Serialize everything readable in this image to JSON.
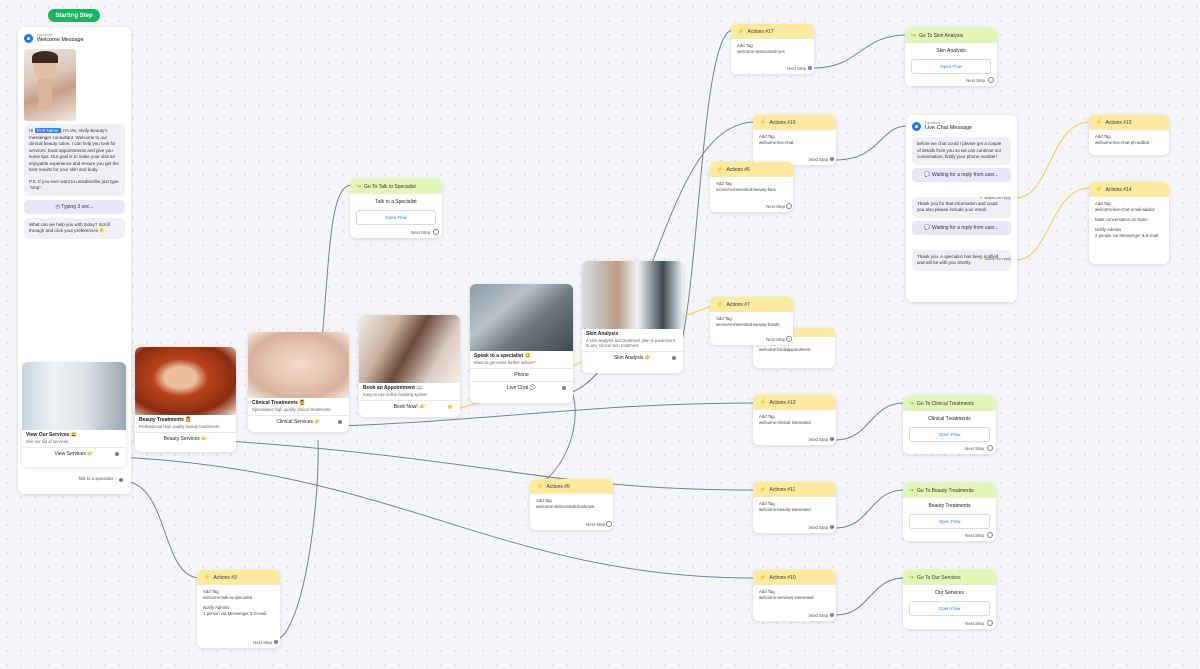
{
  "start_badge": "Starting Step",
  "welcome": {
    "platform": "Facebook",
    "title": "Welcome Message",
    "greeting_hi": "Hi",
    "first_name_tag": "First Name",
    "intro_text": ", I'm Viv, Vivify Beauty's messenger consultant. Welcome to our clinical beauty salon. I can help you look for services, book appointments and give you some tips. Our goal is to make your visit an enjoyable experience and ensure you get the best results for your skin and body.",
    "ps_text": "P.S. If you ever want to unsubscribe just type \"stop\".",
    "typing": "Typing 3 sec...",
    "prompt": "What can we help you with today? Scroll through and click your preferences 👇",
    "talk_label": "Talk to a specialist"
  },
  "cards": [
    {
      "title": "View Our Services 😀",
      "sub": "See our list of services",
      "button": "View Services 👉"
    },
    {
      "title": "Beauty Treatments 💆",
      "sub": "Professional high quality beauty treatments.",
      "button": "Beauty Services 👉"
    },
    {
      "title": "Clinical Treatments 💆",
      "sub": "Specialised high quality clinical treatments",
      "button": "Clinical Services 👉"
    },
    {
      "title": "Book an Appointment 📖",
      "sub": "Easy to use online booking system",
      "button": "Book Now! 👉"
    },
    {
      "title": "Speak to a specialist 😊",
      "sub": "Want to get some further advice?",
      "button": "Phone",
      "button2": "Live Chat 💬"
    },
    {
      "title": "Skin Analysis",
      "sub": "A skin analysis and treatment plan is paramount to any clinical skin treatment",
      "button": "Skin Analysis 👉"
    }
  ],
  "actions": {
    "a17": {
      "title": "Actions #17",
      "label": "Add Tag",
      "value": "welcome-skinconsult-yes",
      "next": "Next Step"
    },
    "a16": {
      "title": "Actions #16",
      "label": "Add Tag",
      "value": "welcome-live-chat",
      "next": "Next Step"
    },
    "a6": {
      "title": "Actions #6",
      "label": "Add Tag",
      "value": "services-interested-beauty-face",
      "next": "Next Step"
    },
    "a7": {
      "title": "Actions #7",
      "label": "Add Tag",
      "value": "services-interested-beauty-hands",
      "next": "Next Step"
    },
    "a_book": {
      "label": "Add Tag",
      "value": "welcome-bookappointment"
    },
    "a12": {
      "title": "Actions #12",
      "label": "Add Tag",
      "value": "welcome-clinical-interested",
      "next": "Next Step"
    },
    "a5": {
      "title": "Actions #5",
      "label": "Add Tag",
      "value": "welcome-skinconsult-booknow",
      "next": "Next Step"
    },
    "a11": {
      "title": "Actions #11",
      "label": "Add Tag",
      "value": "welcome-beauty-interested",
      "next": "Next Step"
    },
    "a10": {
      "title": "Actions #10",
      "label": "Add Tag",
      "value": "welcome-services-interested",
      "next": "Next Step"
    },
    "a3": {
      "title": "Actions #3",
      "label": "Add Tag",
      "value": "welcome-talk-to-specialist",
      "label2": "Notify Admins",
      "value2": "1 person via Messenger & E-mail",
      "next": "Next Step"
    },
    "a15": {
      "title": "Actions #15",
      "label": "Add Tag",
      "value": "welcome-live-chat-ph-added"
    },
    "a14": {
      "title": "Actions #14",
      "label": "Add Tag",
      "value": "welcome-live-chat-email-added",
      "label2": "Mark conversation as Open",
      "label3": "Notify Admins",
      "value3": "2 people via Messenger & E-mail"
    }
  },
  "gotos": {
    "skin": {
      "title": "Go To Skin Analysis",
      "body": "Skin Analysis",
      "button": "Open Flow",
      "next": "Next Step"
    },
    "specialist": {
      "title": "Go To Talk to Specialist",
      "body": "Talk to a Specialist",
      "button": "Open Flow",
      "next": "Next Step"
    },
    "clinical": {
      "title": "Go To Clinical Treatments",
      "body": "Clinical Treatments",
      "button": "Open Flow",
      "next": "Next Step"
    },
    "beauty": {
      "title": "Go To Beauty Treatments",
      "body": "Beauty Treatments",
      "button": "Open Flow",
      "next": "Next Step"
    },
    "services": {
      "title": "Go To Our Services",
      "body": "Our Services",
      "button": "Open Flow",
      "next": "Next Step"
    }
  },
  "livechat": {
    "platform": "Facebook",
    "title": "Live Chat Message",
    "msg1": "before we chat could I please get a couple of details from you so we can continue our conversation, firstly your phone number!",
    "wait1": "Waiting for a reply from user...",
    "action_reply1": "Action on reply",
    "msg2": "Thank you for that information and could you also please include your email.",
    "wait2": "Waiting for a reply from user...",
    "action_reply2": "Action on reply",
    "msg3": "Thank you. A specialist has been notified and will be with you shortly."
  },
  "colors": {
    "start_green": "#19b461",
    "action_yellow": "#fde9a0",
    "goto_green": "#e4f5b8",
    "link_blue": "#2f7cf6",
    "wire_grey": "#7a8194",
    "wire_yellow": "#f6c945"
  }
}
